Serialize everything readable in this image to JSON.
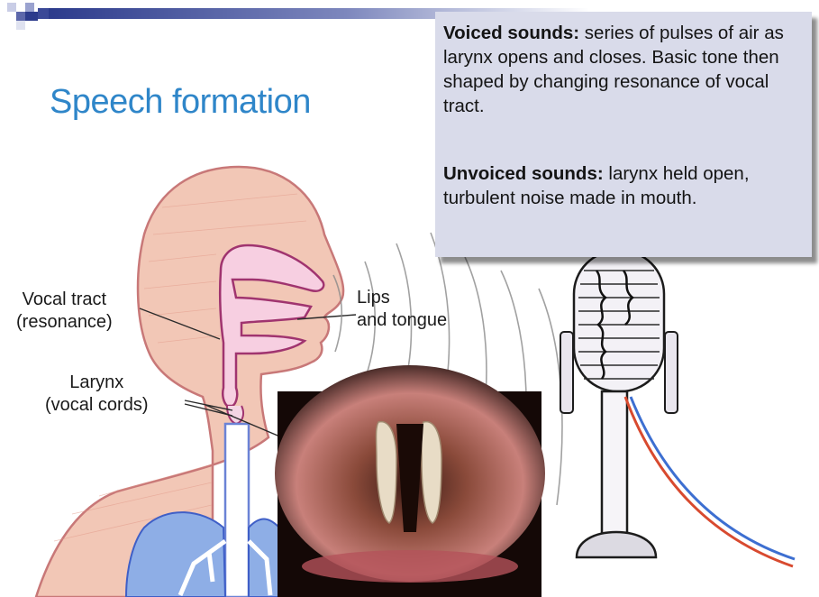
{
  "title": "Speech formation",
  "info_box": {
    "voiced_heading": "Voiced sounds:",
    "voiced_text": " series of pulses of air as larynx opens and closes. Basic tone then shaped by changing resonance of vocal tract.",
    "unvoiced_heading": "Unvoiced sounds:",
    "unvoiced_text": " larynx held open, turbulent noise made in mouth."
  },
  "labels": {
    "vocal_tract_line1": "Vocal tract",
    "vocal_tract_line2": "(resonance)",
    "lips_line1": "Lips",
    "lips_line2": "and tongue",
    "larynx_line1": "Larynx",
    "larynx_line2": "(vocal cords)"
  },
  "colors": {
    "title": "#2f86c9",
    "info_box_bg": "#d9dbea",
    "head_fill": "#f2c7b6",
    "head_outline": "#c87878",
    "tract_fill": "#f7cfe1",
    "tract_outline": "#a0346f",
    "lungs": "#8eaee6",
    "header_bar": "#2c3b8c"
  },
  "icons": [
    "head-silhouette",
    "sound-waves",
    "larynx-photo",
    "microphone"
  ]
}
